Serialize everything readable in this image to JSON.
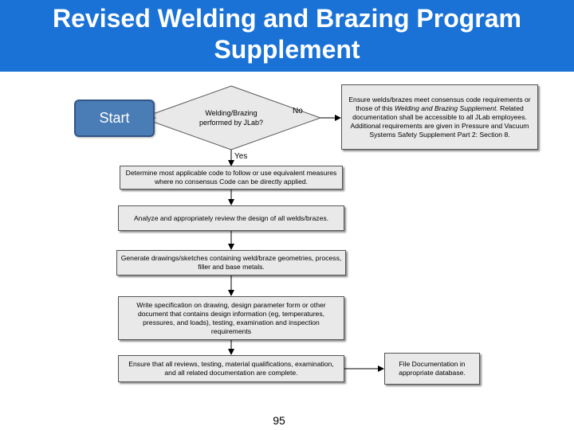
{
  "title": {
    "line1": "Revised Welding and Brazing Program",
    "line2": "Supplement"
  },
  "flowchart": {
    "start": "Start",
    "decision": "Welding/Brazing performed by JLab?",
    "no_label": "No",
    "yes_label": "Yes",
    "no_branch": {
      "part1": "Ensure welds/brazes meet consensus code requirements or those of this ",
      "italic": "Welding and Brazing Supplement.",
      "part2": " Related documentation shall be accessible to all JLab employees. Additional requirements are given in Pressure and Vacuum Systems Safety Supplement Part 2: Section 8."
    },
    "steps": [
      "Determine most applicable code to follow or use equivalent measures where no consensus Code can be directly applied.",
      "Analyze and appropriately review the design of all welds/brazes.",
      "Generate drawings/sketches containing weld/braze geometries, process, filler and base metals.",
      "Write specification on drawing, design parameter form or other document that contains design information (eg, temperatures, pressures, and loads), testing, examination and inspection requirements",
      "Ensure that all reviews, testing, material qualifications, examination, and all related documentation are complete."
    ],
    "final": "File Documentation in appropriate database."
  },
  "page_number": "95",
  "colors": {
    "title_bar": "#1a72d6",
    "start_fill": "#4a7cb5",
    "box_fill": "#e9e9e9"
  }
}
